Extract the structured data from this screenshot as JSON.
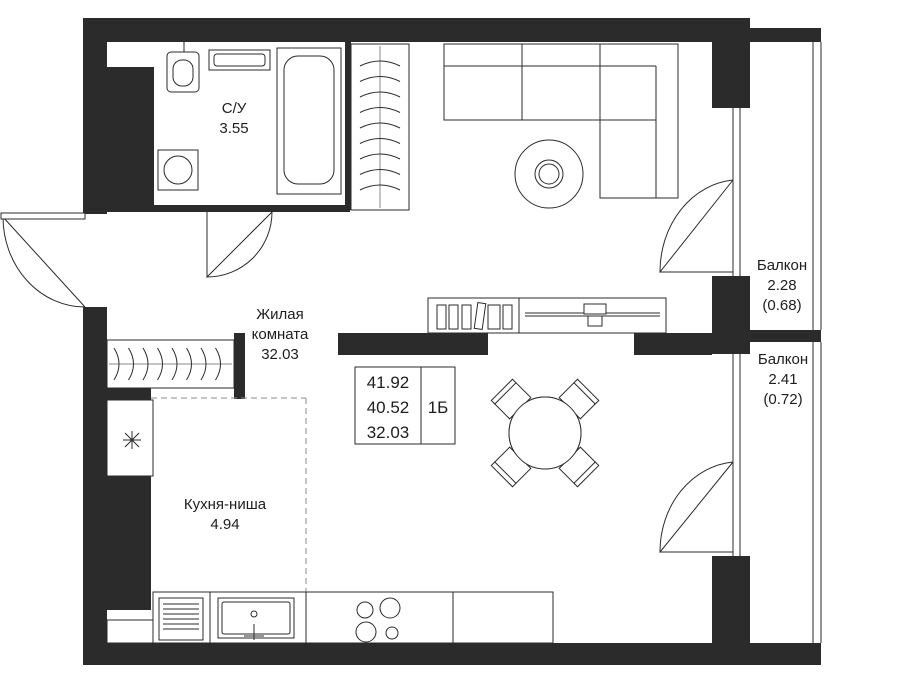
{
  "rooms": {
    "bathroom": {
      "name": "С/У",
      "area": "3.55"
    },
    "living": {
      "name_line1": "Жилая",
      "name_line2": "комната",
      "area": "32.03"
    },
    "kitchen": {
      "name": "Кухня-ниша",
      "area": "4.94"
    },
    "balcony_top": {
      "name": "Балкон",
      "area": "2.28",
      "area_reduced": "(0.68)"
    },
    "balcony_bottom": {
      "name": "Балкон",
      "area": "2.41",
      "area_reduced": "(0.72)"
    }
  },
  "summary": {
    "total_area": "41.92",
    "living_area_total": "40.52",
    "living_room_area": "32.03",
    "apartment_type": "1Б"
  },
  "colors": {
    "wall": "#2b2b2b",
    "background": "#ffffff",
    "line": "#2b2b2b"
  }
}
